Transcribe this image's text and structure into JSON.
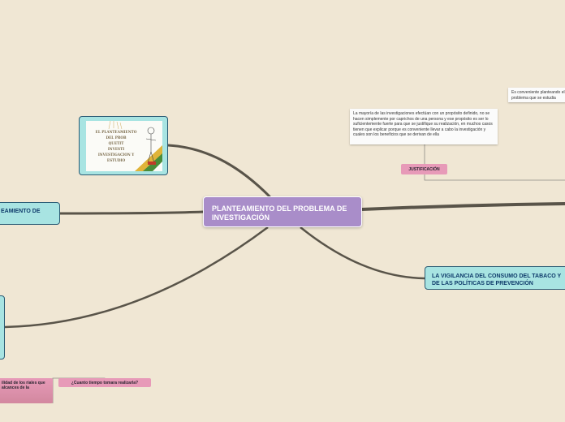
{
  "central": {
    "title": "PLANTEAMIENTO DEL PROBLEMA DE INVESTIGACIÓN"
  },
  "left_node": {
    "text": "EAMIENTO DE"
  },
  "right_node": {
    "text": "LA VIGILANCIA DEL CONSUMO DEL TABACO Y DE LAS POLÍTICAS DE PREVENCIÓN"
  },
  "justificacion": {
    "label": "JUSTIFICACIÓN",
    "note": "La mayoría de las investigaciones efectúan con un propósito definido, no se hacen simplemente por caprichos de una persona y ese propósito es ser lo suficientemente fuerte para que se justifique su realización, en muchos casos tienen que explicar porque es conveniente llevar a cabo la investigación y cuales son los beneficios que se derivan de ella",
    "far_note": "Es conveniente planteando el problema que se estudia"
  },
  "image_node": {
    "lines": [
      "EL PLANTEAMIENTO",
      "DEL PROB",
      "QUETIT",
      "INVESTI",
      "INVESTIGACION Y",
      "ESTUDIO"
    ]
  },
  "bottom": {
    "tiempo_label": "¿Cuanto tiempo tomara realizarla?",
    "pink_partial": "ilidad de los riales que alcances de la"
  },
  "colors": {
    "background": "#f0e7d4",
    "central": "#a98dc9",
    "cyan_node": "#a8e4e2",
    "pink_node": "#e79ab8",
    "branch": "#595449"
  }
}
